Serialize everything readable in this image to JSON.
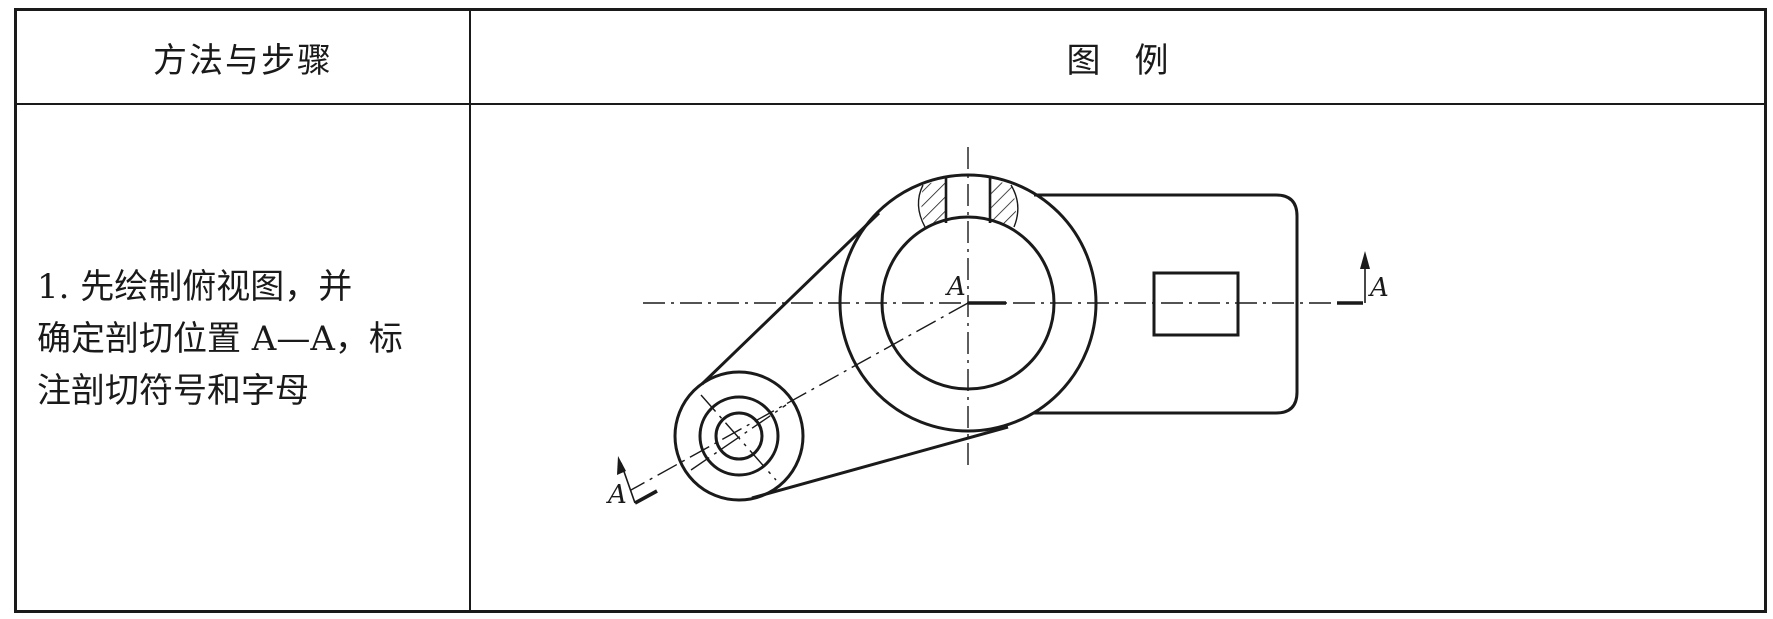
{
  "table": {
    "header_method": "方法与步骤",
    "header_example": [
      "图",
      "例"
    ],
    "step": {
      "lines": [
        "1. 先绘制俯视图，并",
        "确定剖切位置 A—A，标",
        "注剖切符号和字母"
      ]
    }
  },
  "figure": {
    "section_labels": {
      "center": "A",
      "right": "A",
      "lower_left": "A"
    }
  }
}
